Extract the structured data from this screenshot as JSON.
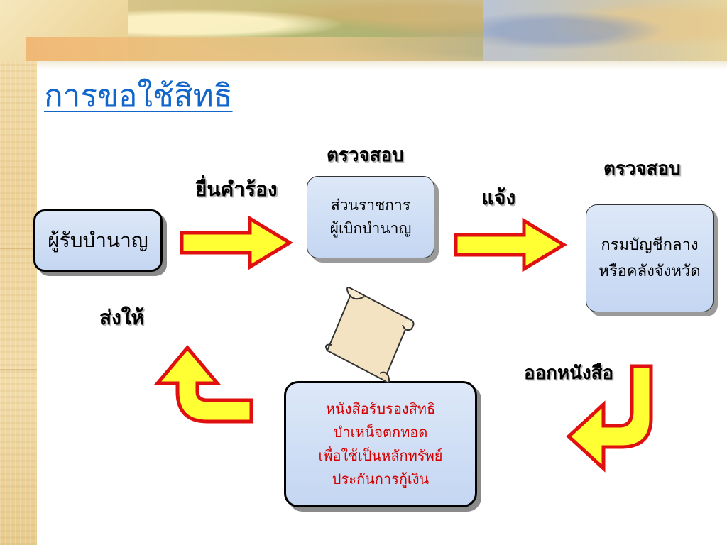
{
  "title": "การขอใช้สิทธิ",
  "nodes": {
    "pensioner": "ผู้รับบำนาญ",
    "agency": [
      "ส่วนราชการ",
      "ผู้เบิกบำนาญ"
    ],
    "comptroller": [
      "กรมบัญชีกลาง",
      "หรือคลังจังหวัด"
    ],
    "certificate": [
      "หนังสือรับรองสิทธิ",
      "บำเหน็จตกทอด",
      "เพื่อใช้เป็นหลักทรัพย์",
      "ประกันการกู้เงิน"
    ]
  },
  "labels": {
    "submit_request": "ยื่นคำร้อง",
    "check_1": "ตรวจสอบ",
    "notify": "แจ้ง",
    "check_2": "ตรวจสอบ",
    "issue_letter": "ออกหนังสือ",
    "send_to": "ส่งให้"
  },
  "colors": {
    "title": "#1166cc",
    "box_fill": "#c8d8f2",
    "arrow_fill": "#ffff33",
    "arrow_stroke": "#e01010",
    "certificate_text": "#d40000",
    "scroll": "#f3e3c3"
  }
}
